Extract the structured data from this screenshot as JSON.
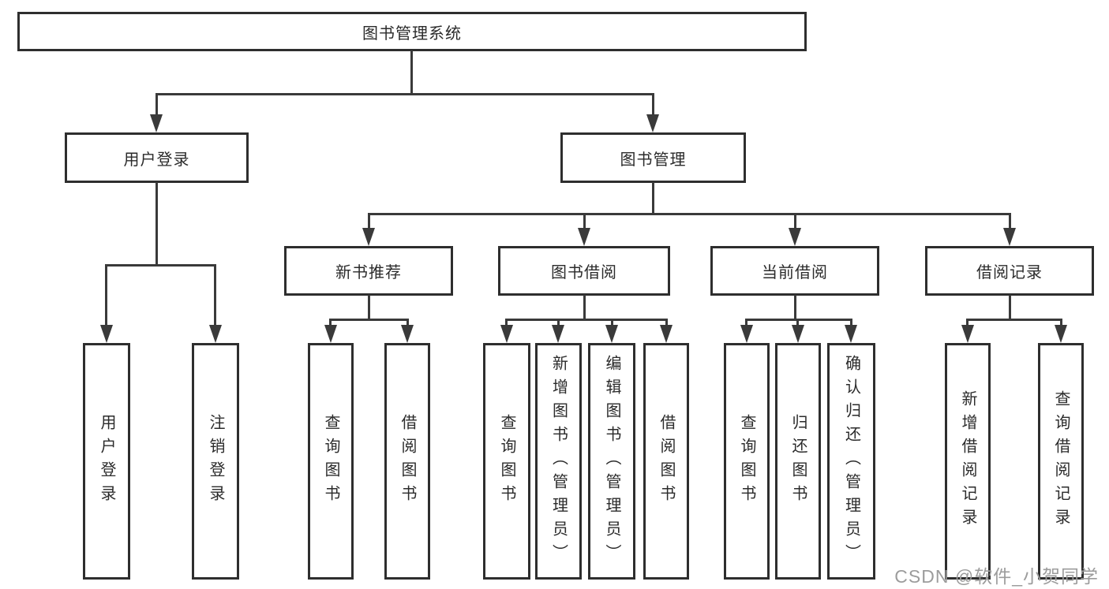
{
  "colors": {
    "background": "#ffffff",
    "box_border": "#2e2e2e",
    "line": "#3a3a3a",
    "text": "#2b2b2b",
    "watermark": "#9c9c9c"
  },
  "nodes": {
    "root": "图书管理系统",
    "level2": {
      "user_login": "用户登录",
      "book_mgmt": "图书管理"
    },
    "level3": {
      "new_books": "新书推荐",
      "book_borrow": "图书借阅",
      "current_borrow": "当前借阅",
      "borrow_records": "借阅记录"
    },
    "leaves": {
      "user_login": [
        "用户登录",
        "注销登录"
      ],
      "new_books": [
        "查询图书",
        "借阅图书"
      ],
      "book_borrow": [
        "查询图书",
        "新增图书（管理员）",
        "编辑图书（管理员）",
        "借阅图书"
      ],
      "current_borrow": [
        "查询图书",
        "归还图书",
        "确认归还（管理员）"
      ],
      "borrow_records": [
        "新增借阅记录",
        "查询借阅记录"
      ]
    }
  },
  "watermark": "CSDN @软件_小贺同学"
}
